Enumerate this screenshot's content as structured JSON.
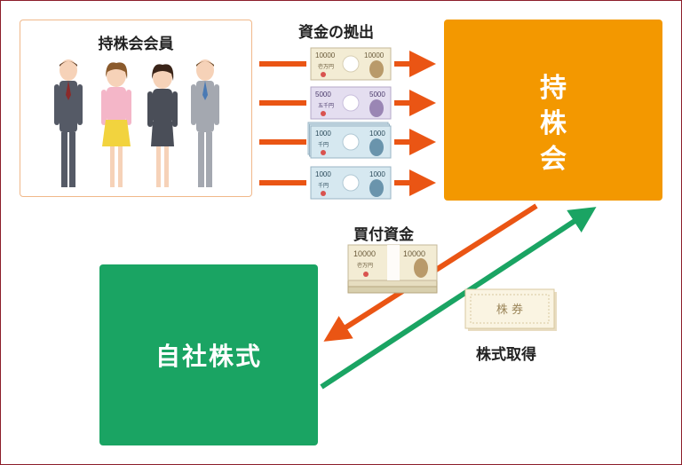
{
  "members_title": "持株会会員",
  "capital_label": "資金の拠出",
  "association_label": "持株会",
  "buy_funds_label": "買付資金",
  "treasury_label": "自社株式",
  "acquire_label": "株式取得",
  "certificate_text": "株  券",
  "notes": [
    {
      "denom": "10000",
      "kanji": "壱万円"
    },
    {
      "denom": "5000",
      "kanji": "五千円"
    },
    {
      "denom": "1000",
      "kanji": "千円"
    },
    {
      "denom": "1000",
      "kanji": "千円"
    }
  ],
  "colors": {
    "orange": "#f39800",
    "arrow_orange": "#ea5514",
    "green": "#1aa463",
    "frame": "#8c1d2a"
  }
}
